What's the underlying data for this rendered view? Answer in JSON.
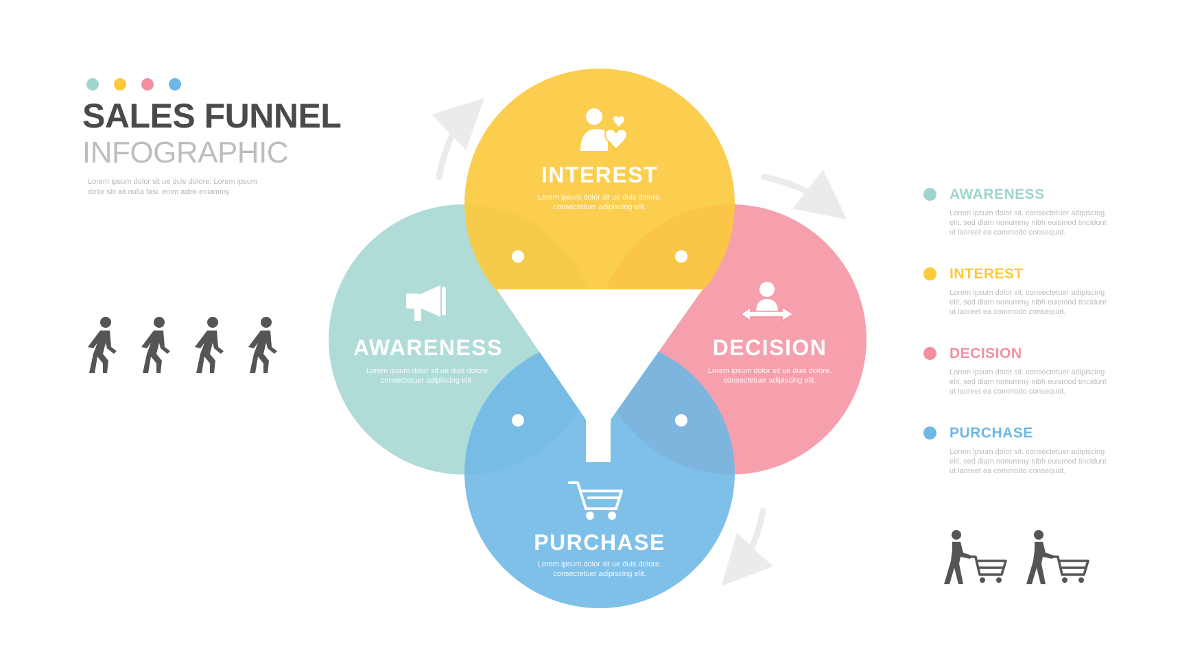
{
  "header": {
    "title": "SALES FUNNEL",
    "subtitle": "INFOGRAPHIC",
    "description": "Lorem ipsum dolor sit  ue duis dolore.  Lorem ipsum dolor slit ait nulla fasi. enim admi eniammy."
  },
  "colors": {
    "awareness": "#9fd4cf",
    "interest": "#fcc93c",
    "decision": "#f48fa0",
    "purchase": "#6db7e6",
    "title_text": "#4a4a4a",
    "subtitle_text": "#bdbdbd"
  },
  "stages": [
    {
      "label": "INTEREST",
      "desc_line1": "Lorem ipsum dolor sit  ue duis dolore.",
      "desc_line2": "consectetuer adipiscing elit.",
      "icon": "person-heart-icon"
    },
    {
      "label": "AWARENESS",
      "desc_line1": "Lorem ipsum dolor sit  ue duis dolore.",
      "desc_line2": "consectetuer adipiscing elit .",
      "icon": "megaphone-icon"
    },
    {
      "label": "DECISION",
      "desc_line1": "Lorem ipsum dolor sit  ue duis dolore.",
      "desc_line2": "consectetuer adipiscing elit.",
      "icon": "person-decision-icon"
    },
    {
      "label": "PURCHASE",
      "desc_line1": "Lorem ipsum dolor sit  ue duis dolore.",
      "desc_line2": "consectetuer adipiscing elit.",
      "icon": "shopping-cart-icon"
    }
  ],
  "legend": [
    {
      "title": "AWARENESS",
      "desc": "Lorem ipsum dolor sit. consectetuer adipiscing elit, sed diam nonummy nibh euismod tincidunt ut laoreet ea commodo consequat."
    },
    {
      "title": "INTEREST",
      "desc": "Lorem ipsum dolor sit. consectetuer adipiscing elit, sed diam nonummy nibh euismod tincidunt ut laoreet ea commodo consequat."
    },
    {
      "title": "DECISION",
      "desc": "Lorem ipsum dolor sit. consectetuer adipiscing elit, sed diam nonummy nibh euismod tincidunt ut laoreet ea commodo consequat."
    },
    {
      "title": "PURCHASE",
      "desc": "Lorem ipsum dolor sit. consectetuer adipiscing elit, sed diam nonummy nibh euismod tincidunt ut laoreet ea commodo consequat."
    }
  ],
  "decorations": {
    "walker_icon": "walking-person-icon",
    "cart_person_icon": "person-pushing-cart-icon",
    "arrow_icon": "curved-arrow-icon",
    "funnel_icon": "funnel-icon"
  }
}
